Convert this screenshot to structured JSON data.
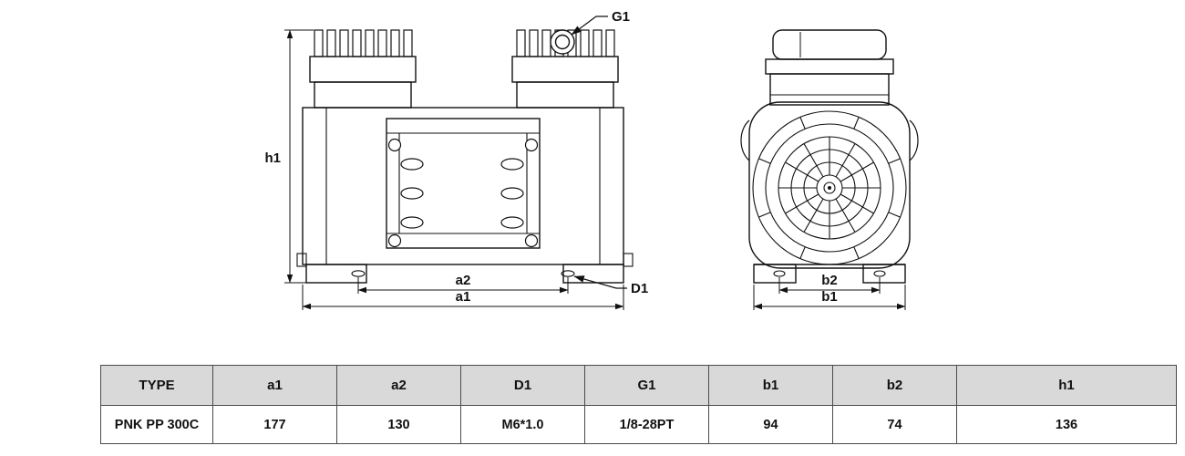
{
  "drawing": {
    "labels": {
      "h1": "h1",
      "a1": "a1",
      "a2": "a2",
      "g1": "G1",
      "d1": "D1",
      "b1": "b1",
      "b2": "b2"
    },
    "line_color": "#111111"
  },
  "table": {
    "headers": [
      "TYPE",
      "a1",
      "a2",
      "D1",
      "G1",
      "b1",
      "b2",
      "h1"
    ],
    "rows": [
      [
        "PNK PP 300C",
        "177",
        "130",
        "M6*1.0",
        "1/8-28PT",
        "94",
        "74",
        "136"
      ]
    ],
    "colors": {
      "header_bg": "#d9d9d9",
      "border": "#4a4a4a",
      "row_bg": "#ffffff"
    }
  }
}
